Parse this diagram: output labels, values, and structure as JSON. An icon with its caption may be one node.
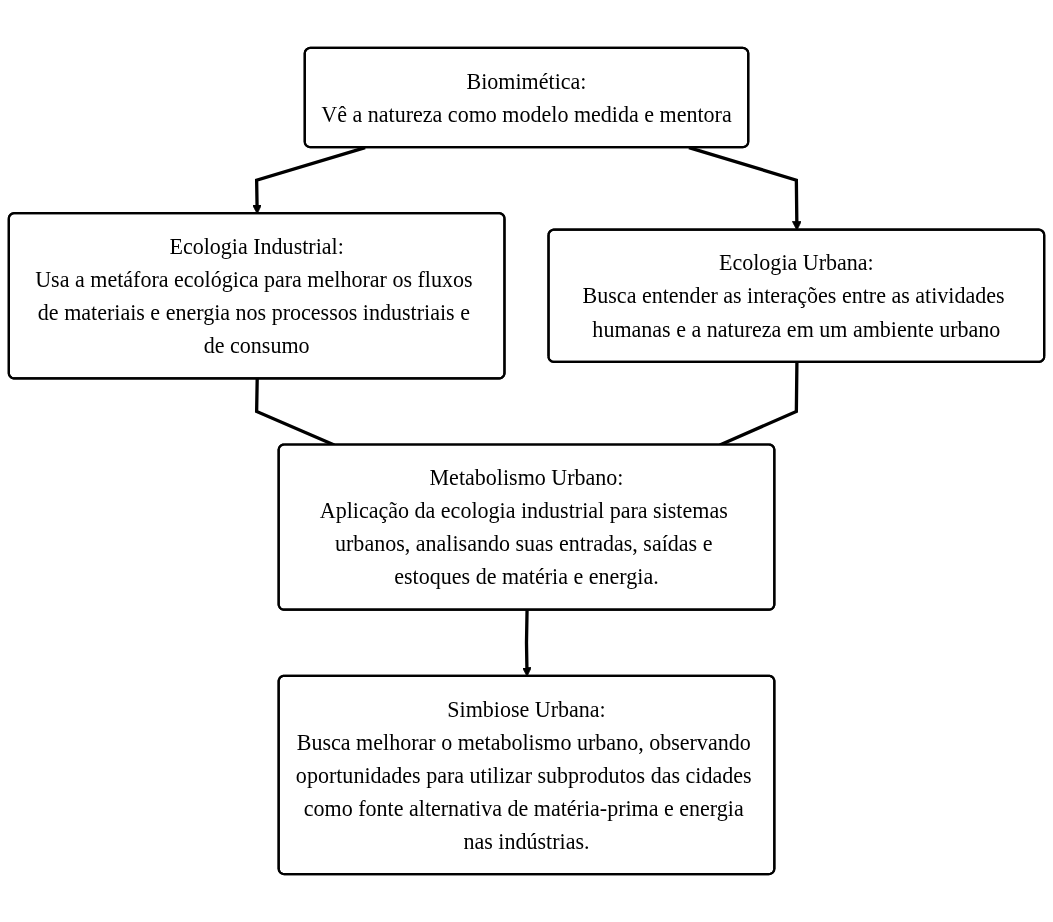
{
  "diagram": {
    "nodes": [
      {
        "text": [
          "Biomimética:",
          "Vê a natureza como modelo medida e mentora"
        ]
      },
      {
        "text": [
          "Ecologia Industrial:",
          "Usa a metáfora ecológica para melhorar os fluxos de materiais e energia nos processos industriais e de consumo"
        ]
      },
      {
        "text": [
          "Ecologia Urbana:",
          "Busca entender as interações entre as atividades humanas e a natureza em um ambiente urbano"
        ]
      },
      {
        "text": [
          "Metabolismo Urbano:",
          "Aplicação da ecologia industrial para sistemas urbanos, analisando suas entradas, saídas e estoques de matéria e energia."
        ]
      },
      {
        "text": [
          "Simbiose Urbana:",
          "Busca melhorar o metabolismo urbano, observando oportunidades para utilizar subprodutos das cidades como fonte alternativa de matéria-prima e energia nas indústrias."
        ]
      }
    ],
    "edges": [
      {
        "from": 0,
        "to": 1,
        "arrow": "to"
      },
      {
        "from": 0,
        "to": 2,
        "arrow": "to"
      },
      {
        "from": 1,
        "to": 3,
        "arrow": "none"
      },
      {
        "from": 2,
        "to": 3,
        "arrow": "none"
      },
      {
        "from": 3,
        "to": 4,
        "arrow": "to"
      }
    ]
  }
}
